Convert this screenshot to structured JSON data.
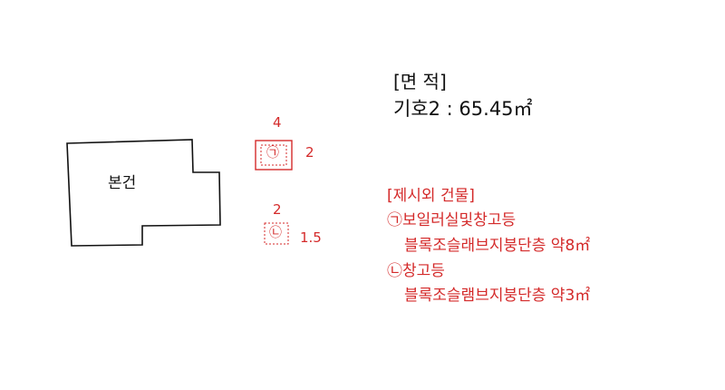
{
  "area": {
    "header": "[면 적]",
    "line": "기호2 : 65.45㎡"
  },
  "main_building": {
    "label": "본건"
  },
  "annex_a": {
    "marker": "㉠",
    "dim_top": "4",
    "dim_right": "2"
  },
  "annex_b": {
    "marker": "㉡",
    "dim_top": "2",
    "dim_right": "1.5"
  },
  "exterior": {
    "title": "[제시외 건물]",
    "item1_line1": "㉠보일러실및창고등",
    "item1_line2": "블록조슬래브지붕단층 약8㎡",
    "item2_line1": "㉡창고등",
    "item2_line2": "블록조슬램브지붕단층 약3㎡"
  },
  "colors": {
    "black": "#111111",
    "red": "#d42a2a"
  }
}
